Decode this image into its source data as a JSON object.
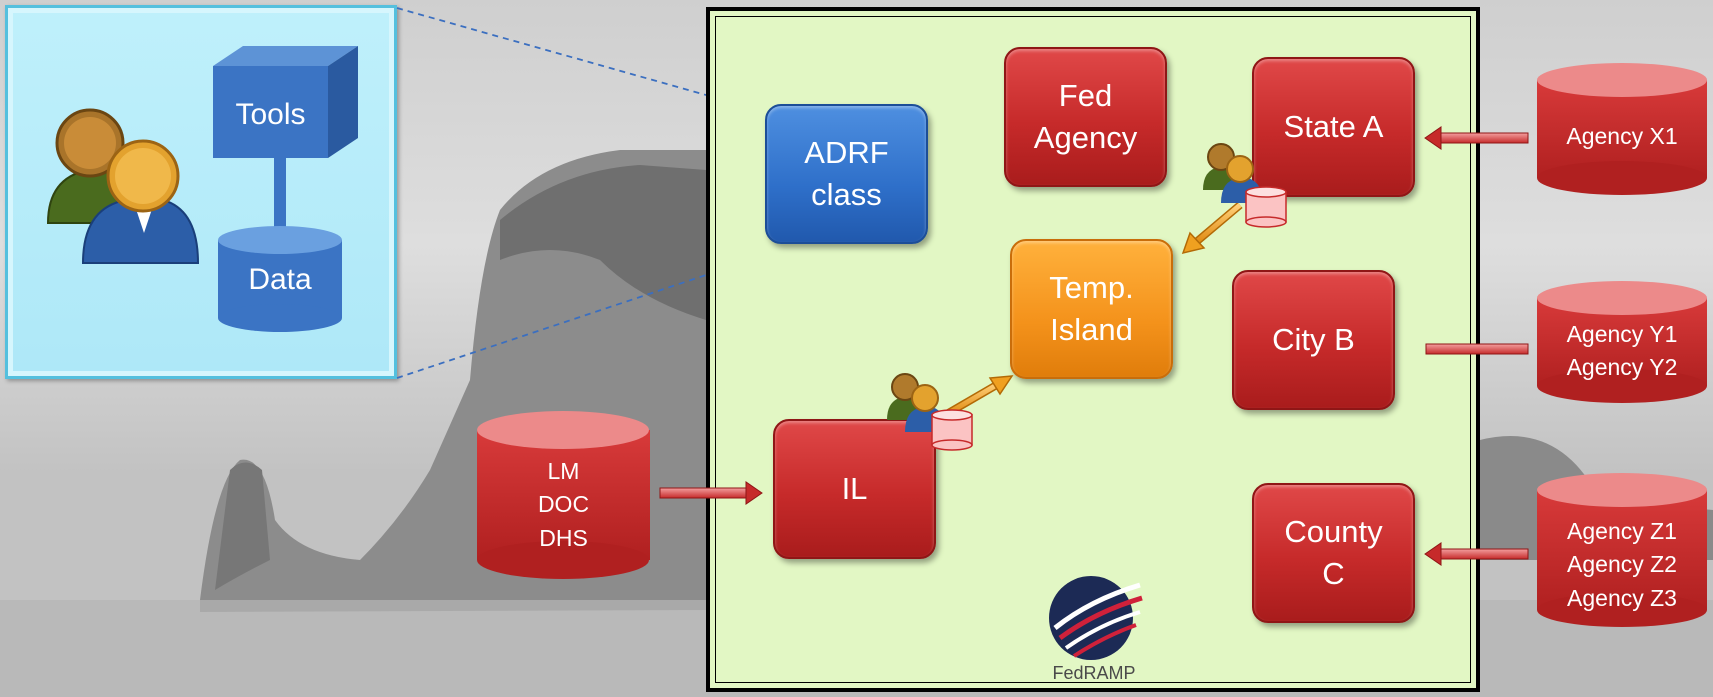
{
  "legend": {
    "tools_label": "Tools",
    "data_label": "Data"
  },
  "fedramp_box": {
    "nodes": {
      "adrf": "ADRF\nclass",
      "fed_agency": "Fed\nAgency",
      "state_a": "State A",
      "temp_island": "Temp.\nIsland",
      "city_b": "City B",
      "il": "IL",
      "county_c": "County\nC"
    },
    "logo_text": "FedRAMP"
  },
  "sources": {
    "lm_doc_dhs": "LM\nDOC\nDHS",
    "agency_x": "Agency X1",
    "agency_y": "Agency Y1\nAgency Y2",
    "agency_z": "Agency Z1\nAgency Z2\nAgency Z3"
  },
  "colors": {
    "node_red": "#c62a2a",
    "node_blue": "#2e6fc9",
    "node_orange": "#f4921b",
    "fedramp_bg": "#e2f7c4",
    "legend_bg": "#bff0fb"
  }
}
